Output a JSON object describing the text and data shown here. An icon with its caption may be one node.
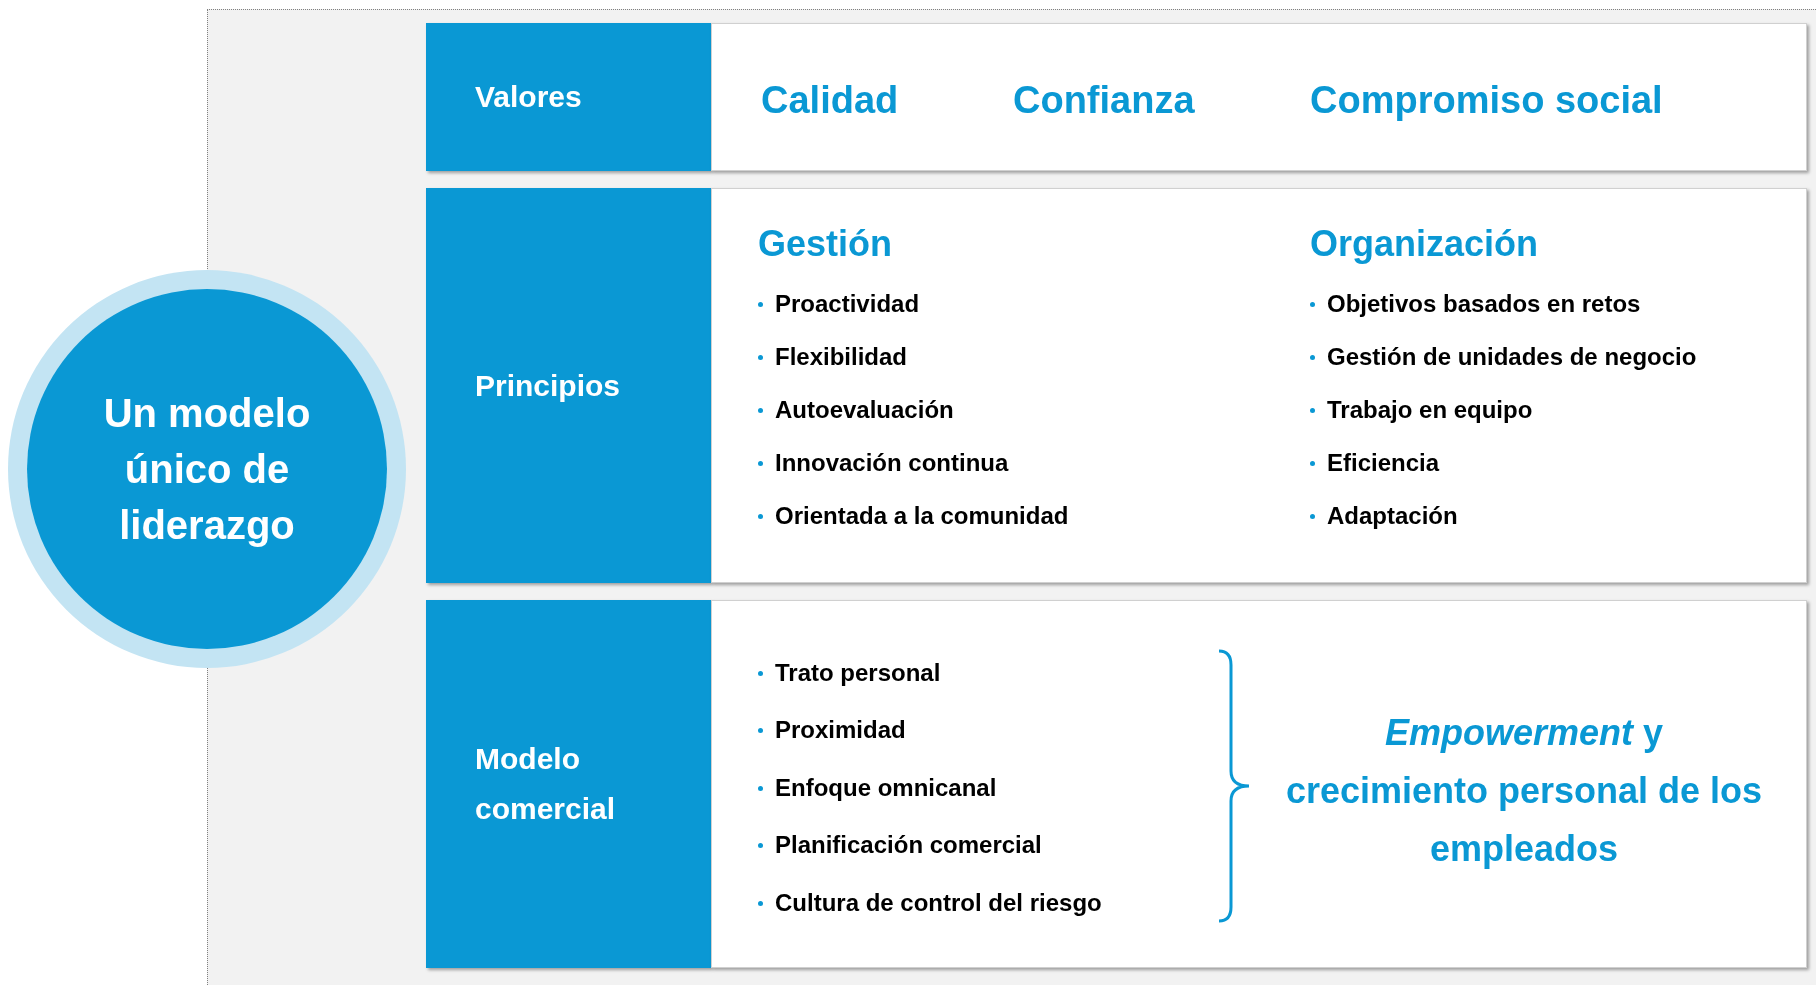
{
  "diagram": {
    "nodes": [
      {
        "text": [
          "Un modelo único de liderazgo"
        ]
      },
      {
        "text": [
          "Valores"
        ]
      },
      {
        "text": [
          "Calidad",
          "Confianza",
          "Compromiso social"
        ]
      },
      {
        "text": [
          "Principios"
        ]
      },
      {
        "text": [
          "Gestión",
          "Proactividad",
          "Flexibilidad",
          "Autoevaluación",
          "Innovación continua",
          "Orientada a la comunidad",
          "Organización",
          "Objetivos basados en retos",
          "Gestión de unidades de negocio",
          "Trabajo en equipo",
          "Eficiencia",
          "Adaptación"
        ]
      },
      {
        "text": [
          "Modelo comercial"
        ]
      },
      {
        "text": [
          "Trato personal",
          "Proximidad",
          "Enfoque omnicanal",
          "Planificación comercial",
          "Cultura de control del riesgo",
          "*Empowerment* y crecimiento personal de los empleados"
        ]
      }
    ]
  }
}
